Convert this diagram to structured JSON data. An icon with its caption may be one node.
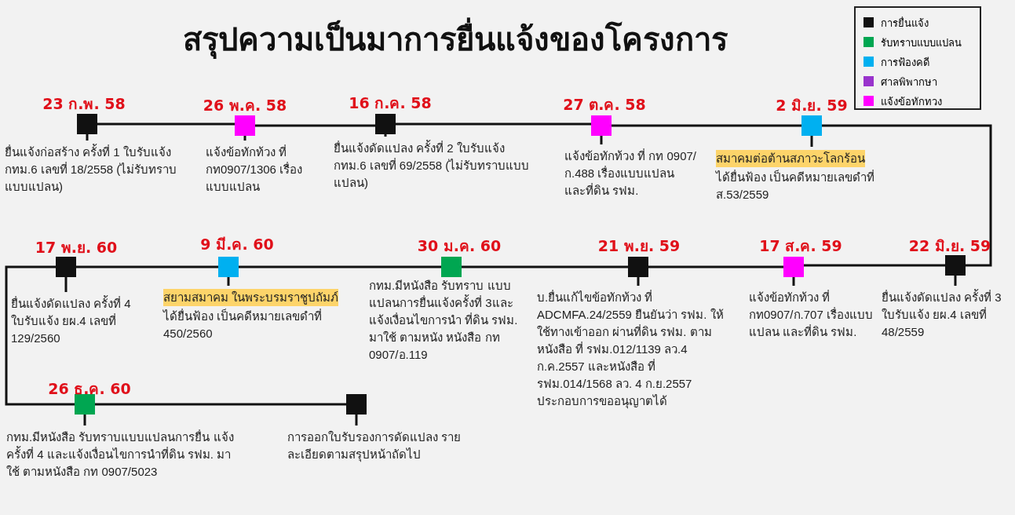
{
  "diagram": {
    "title": "สรุปความเป็นมาการยื่นแจ้งของโครงการ",
    "nodes": [
      {
        "text": [],
        "shape": "box",
        "beside": [
          "23 ก.พ. 58",
          "ยื่นแจ้งก่อสร้าง ครั้งที่ 1 ใบรับแจ้ง กทม.6 เลขที่ 18/2558 (ไม่รับทราบแบบแปลน)"
        ]
      },
      {
        "text": [],
        "shape": "box",
        "beside": [
          "26 พ.ค. 58",
          "แจ้งข้อทักท้วง ที่ กท0907/1306 เรื่องแบบแปลน"
        ]
      },
      {
        "text": [],
        "shape": "box",
        "beside": [
          "16 ก.ค. 58",
          "ยื่นแจ้งดัดแปลง ครั้งที่ 2 ใบรับแจ้ง กทม.6 เลขที่ 69/2558 (ไม่รับทราบแบบแปลน)"
        ]
      },
      {
        "text": [],
        "shape": "box",
        "beside": [
          "27 ต.ค. 58",
          "แจ้งข้อทักท้วง ที่ กท 0907/ก.488 เรื่องแบบแปลน และที่ดิน รฟม."
        ]
      },
      {
        "text": [],
        "shape": "box",
        "beside": [
          "2 มิ.ย. 59",
          "สมาคมต่อต้านสภาวะโลกร้อน",
          "ได้ยื่นฟ้อง เป็นคดีหมายเลขดำที่ ส.53/2559"
        ]
      },
      {
        "text": [],
        "shape": "box",
        "beside": [
          "22 มิ.ย. 59",
          "ยื่นแจ้งดัดแปลง ครั้งที่ 3 ใบรับแจ้ง ยผ.4 เลขที่ 48/2559"
        ]
      },
      {
        "text": [],
        "shape": "box",
        "beside": [
          "17 ส.ค. 59",
          "แจ้งข้อทักท้วง ที่ กท0907/ก.707 เรื่องแบบแปลน และที่ดิน รฟม."
        ]
      },
      {
        "text": [],
        "shape": "box",
        "beside": [
          "21 พ.ย. 59",
          "บ.ยื่นแก้ไขข้อทักท้วง ที่ ADCMFA.24/2559 ยืนยันว่า รฟม. ให้ใช้ทางเข้าออก ผ่านที่ดิน รฟม. ตามหนังสือ ที่ รฟม.012/1139 ลว.4 ก.ค.2557 และหนังสือ ที่ รฟม.014/1568 ลว. 4 ก.ย.2557 ประกอบการขออนุญาตได้"
        ]
      },
      {
        "text": [],
        "shape": "box",
        "beside": [
          "30 ม.ค. 60",
          "กทม.มีหนังสือ รับทราบ แบบแปลนการยื่นแจ้งครั้งที่ 3และแจ้งเงื่อนไขการนำ ที่ดิน รฟม. มาใช้ ตามหนัง หนังสือ กท 0907/อ.119"
        ]
      },
      {
        "text": [],
        "shape": "box",
        "beside": [
          "9 มี.ค. 60",
          "สยามสมาคม ในพระบรมราชูปถัมภ์",
          "ได้ยื่นฟ้อง เป็นคดีหมายเลขดำที่ 450/2560"
        ]
      },
      {
        "text": [],
        "shape": "box",
        "beside": [
          "17 พ.ย. 60",
          "ยื่นแจ้งดัดแปลง ครั้งที่ 4 ใบรับแจ้ง ยผ.4 เลขที่ 129/2560"
        ]
      },
      {
        "text": [],
        "shape": "box",
        "beside": [
          "26 ธ.ค. 60",
          "กทม.มีหนังสือ รับทราบแบบแปลนการยื่น แจ้งครั้งที่ 4 และแจ้งเงื่อนไขการนำที่ดิน รฟม. มาใช้ ตามหนังสือ กท 0907/5023"
        ]
      },
      {
        "text": [],
        "shape": "box",
        "beside": [
          "การออกใบรับรองการดัดแปลง รายละเอียดตามสรุปหน้าถัดไป"
        ]
      }
    ],
    "edges": [
      {
        "from": 0,
        "to": 1,
        "arrow": "none"
      },
      {
        "from": 1,
        "to": 2,
        "arrow": "none"
      },
      {
        "from": 2,
        "to": 3,
        "arrow": "none"
      },
      {
        "from": 3,
        "to": 4,
        "arrow": "none"
      },
      {
        "from": 4,
        "to": 5,
        "arrow": "none"
      },
      {
        "from": 5,
        "to": 6,
        "arrow": "none"
      },
      {
        "from": 6,
        "to": 7,
        "arrow": "none"
      },
      {
        "from": 7,
        "to": 8,
        "arrow": "none"
      },
      {
        "from": 8,
        "to": 9,
        "arrow": "none"
      },
      {
        "from": 9,
        "to": 10,
        "arrow": "none"
      },
      {
        "from": 10,
        "to": 11,
        "arrow": "none"
      },
      {
        "from": 11,
        "to": 12,
        "arrow": "none"
      }
    ],
    "legend": [
      {
        "text": "การยื่นแจ้ง",
        "color": "#111111"
      },
      {
        "text": "รับทราบแบบแปลน",
        "color": "#00a651"
      },
      {
        "text": "การฟ้องคดี",
        "color": "#00b0f0"
      },
      {
        "text": "ศาลพิพากษา",
        "color": "#9933cc"
      },
      {
        "text": "แจ้งข้อทักทวง",
        "color": "#ff00ff"
      }
    ]
  }
}
